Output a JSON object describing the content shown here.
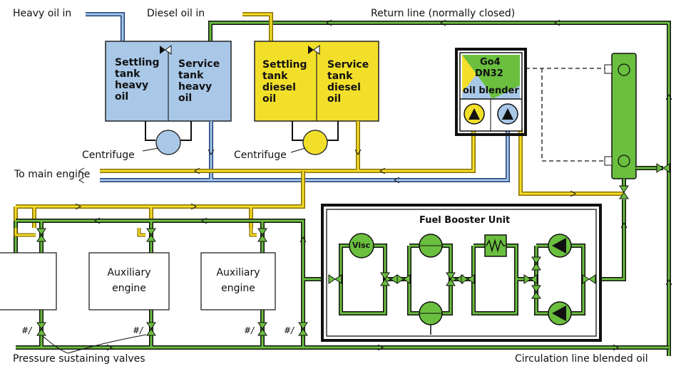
{
  "labels": {
    "heavy_oil_in": "Heavy oil in",
    "diesel_oil_in": "Diesel oil in",
    "return_line": "Return  line",
    "return_line_note": "(normally closed)",
    "to_main_engine": "To main engine",
    "centrifuge_1": "Centrifuge",
    "centrifuge_2": "Centrifuge",
    "fuel_booster_unit": "Fuel Booster Unit",
    "pressure_sustaining_valves": "Pressure sustaining valves",
    "circulation_line": "Circulation  line blended oil"
  },
  "tanks": {
    "settling_heavy": "Settling\ntank\nheavy\noil",
    "service_heavy": "Service\ntank\nheavy\noil",
    "settling_diesel": "Settling\ntank\ndiesel\noil",
    "service_diesel": "Service\ntank\ndiesel\noil"
  },
  "blender": {
    "model": "Go4",
    "size": "DN32",
    "name": "oil blender"
  },
  "engines": {
    "aux_1": "Auxiliary\nengine",
    "aux_2": "Auxiliary\nengine"
  },
  "booster": {
    "visc": "Visc"
  },
  "colors": {
    "heavy_oil": "#a9c8e8",
    "diesel_oil": "#f2df2a",
    "blended_oil": "#6abf3e",
    "line_dark": "#1a1a1a",
    "blender_green": "#6abf3e"
  }
}
